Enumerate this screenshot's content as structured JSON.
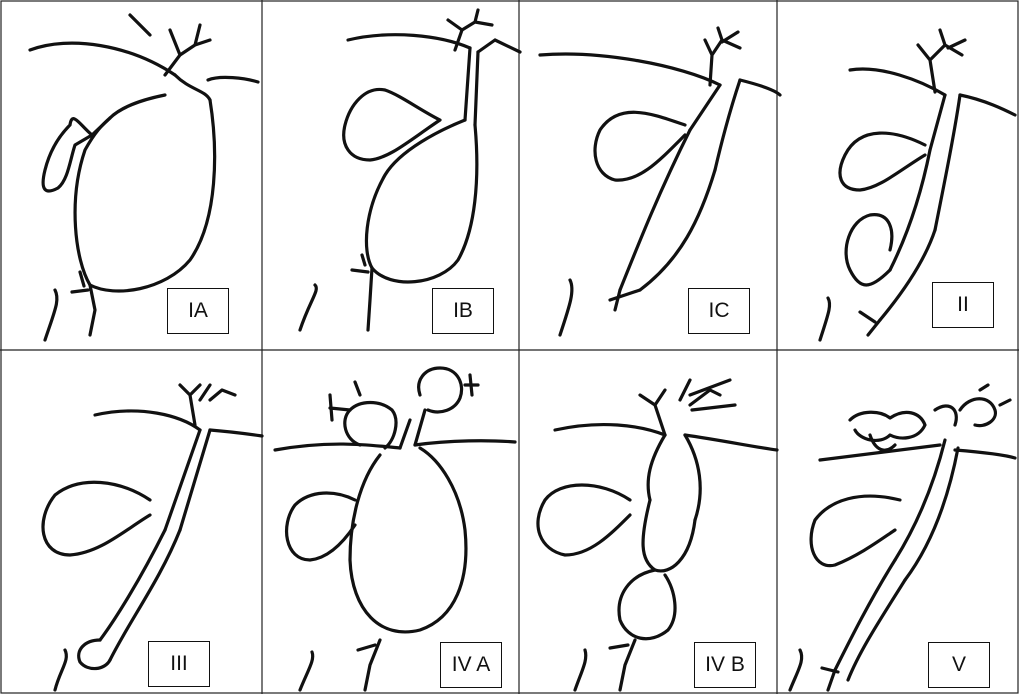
{
  "figure": {
    "panels": [
      {
        "id": "ia",
        "label": "IA"
      },
      {
        "id": "ib",
        "label": "IB"
      },
      {
        "id": "ic",
        "label": "IC"
      },
      {
        "id": "ii",
        "label": "II"
      },
      {
        "id": "iii",
        "label": "III"
      },
      {
        "id": "iva",
        "label": "IV A"
      },
      {
        "id": "ivb",
        "label": "IV B"
      },
      {
        "id": "v",
        "label": "V"
      }
    ]
  }
}
